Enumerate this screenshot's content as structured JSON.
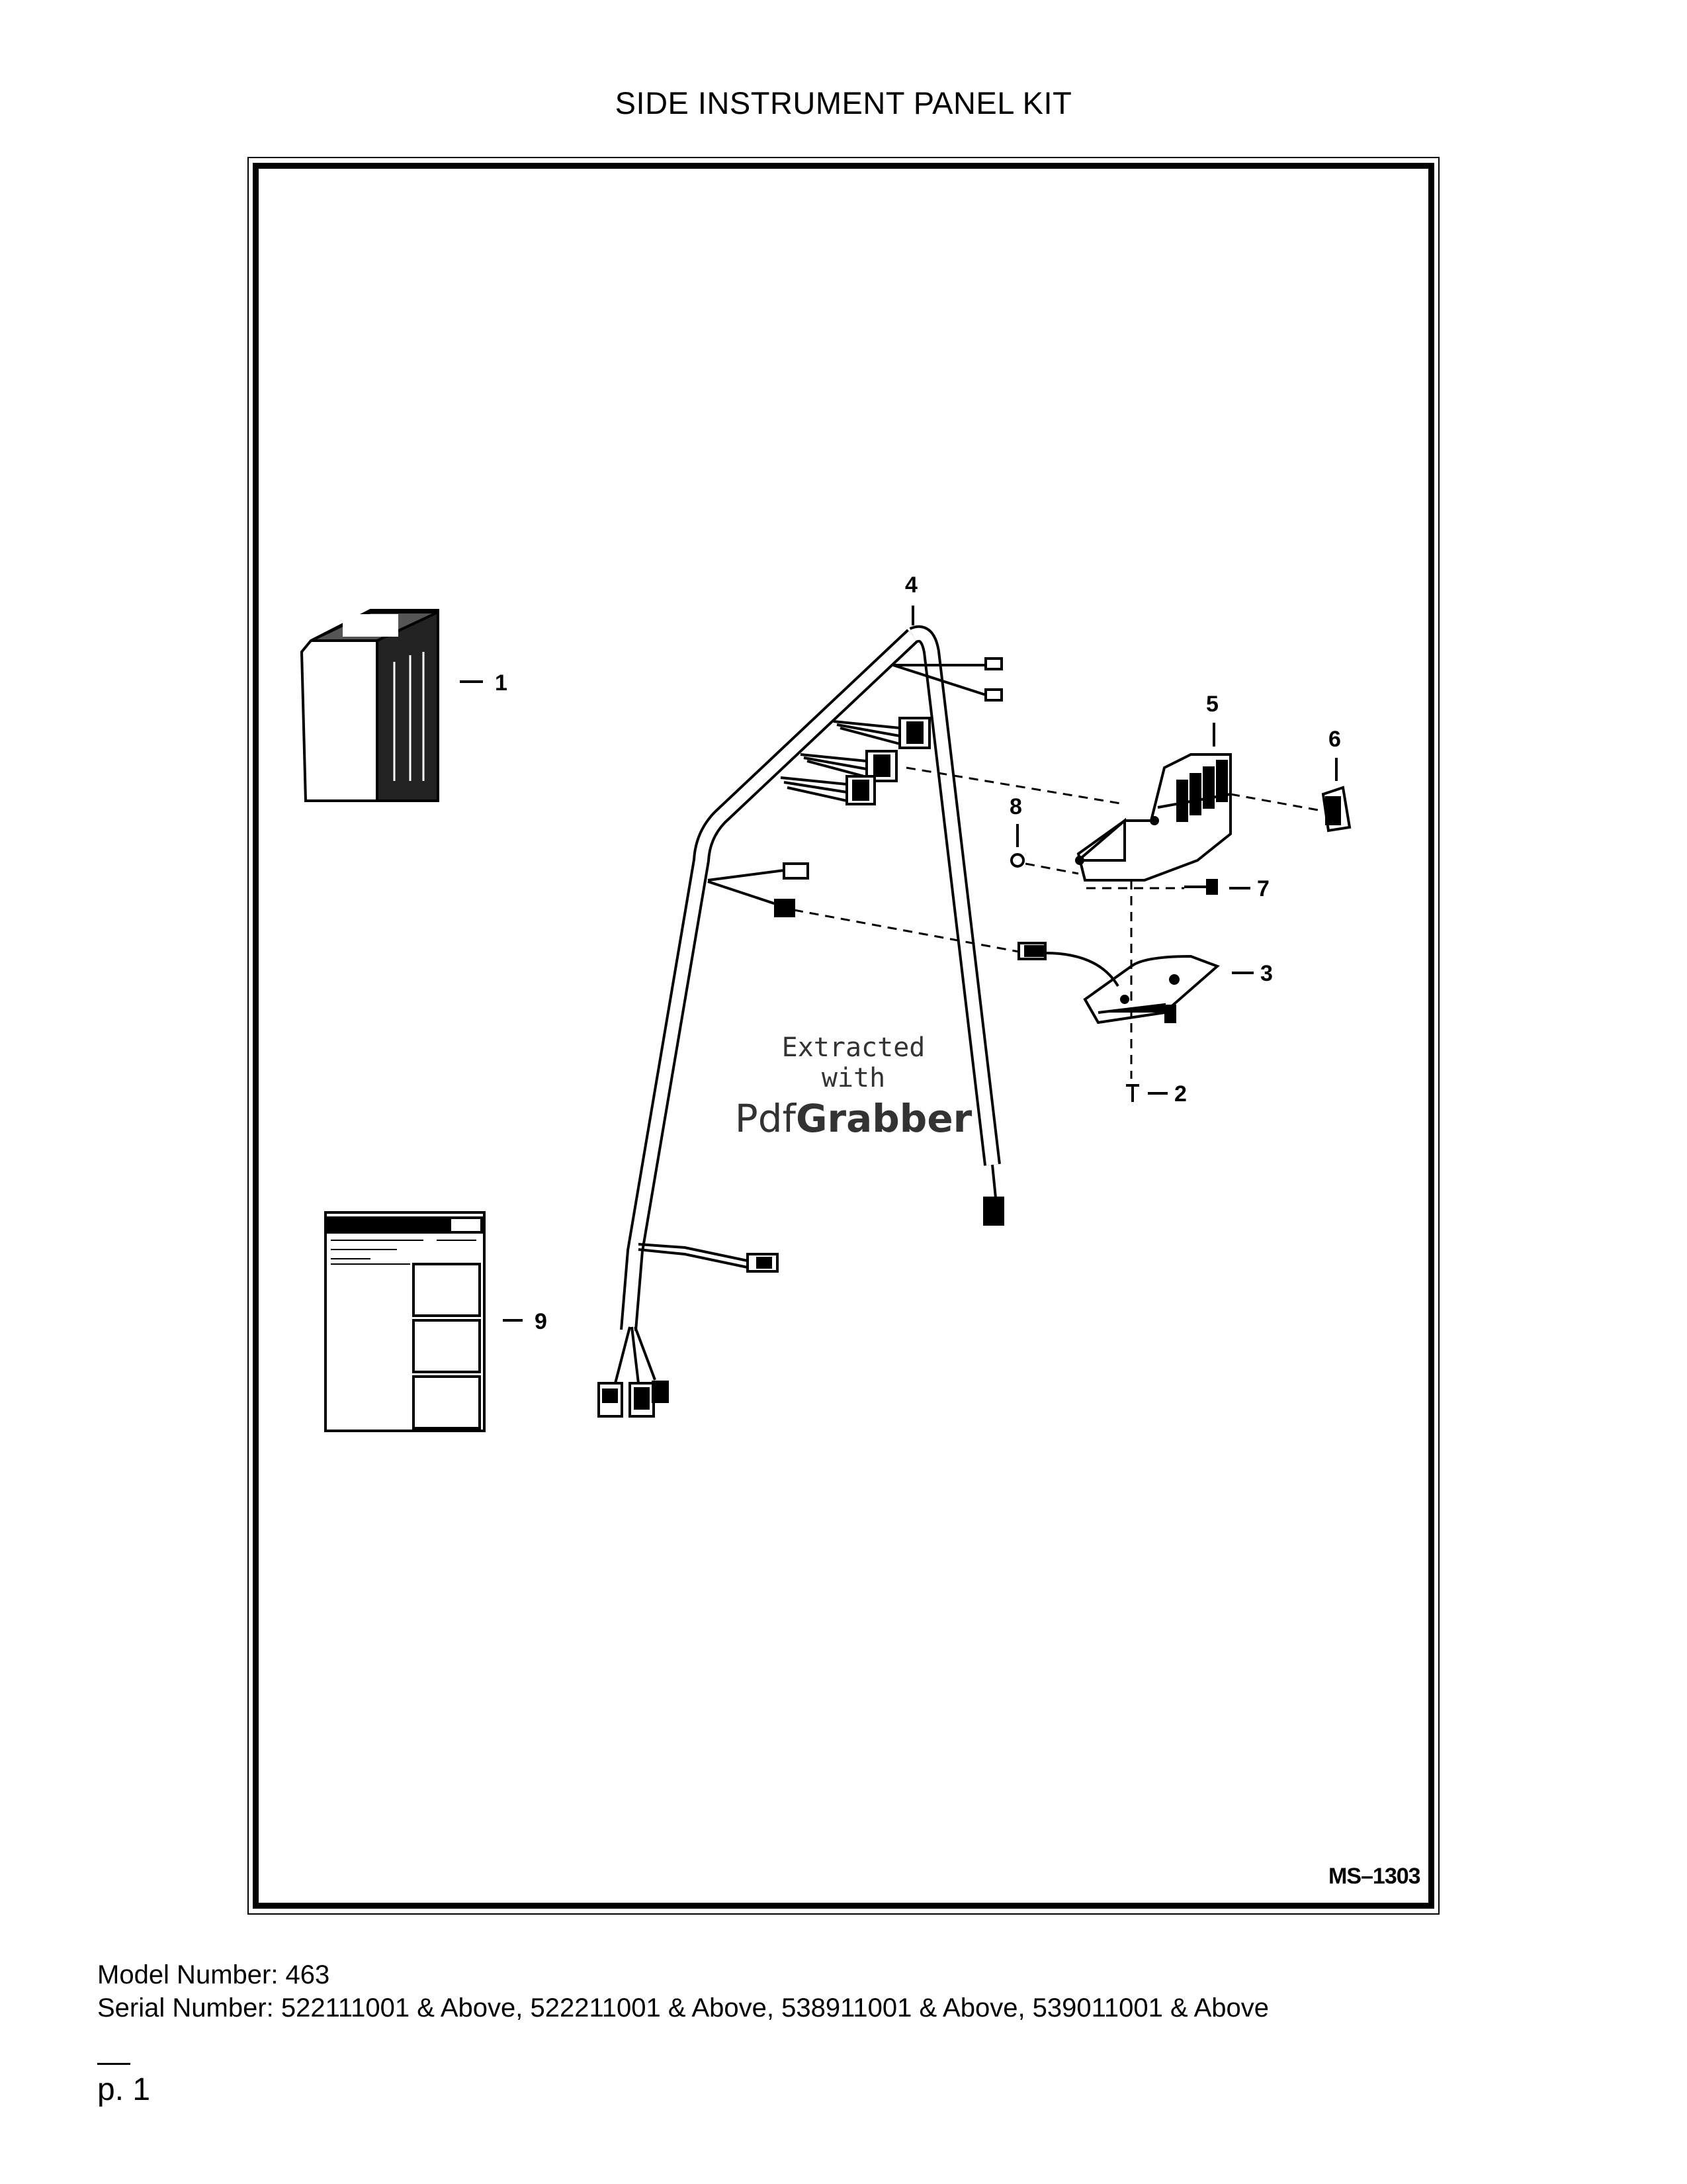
{
  "page_title": "SIDE INSTRUMENT PANEL KIT",
  "figure": {
    "code": "MS–1303",
    "callouts": [
      "1",
      "2",
      "3",
      "4",
      "5",
      "6",
      "7",
      "8",
      "9"
    ],
    "watermark": {
      "line1": "Extracted",
      "line2": "with",
      "brand_light": "Pdf",
      "brand_bold": "Grabber"
    }
  },
  "model_line": "Model Number: 463",
  "serial_line": "Serial Number: 522111001 & Above, 522211001 & Above, 538911001 & Above, 539011001 & Above",
  "page_rule": "__",
  "page_number": "p. 1"
}
